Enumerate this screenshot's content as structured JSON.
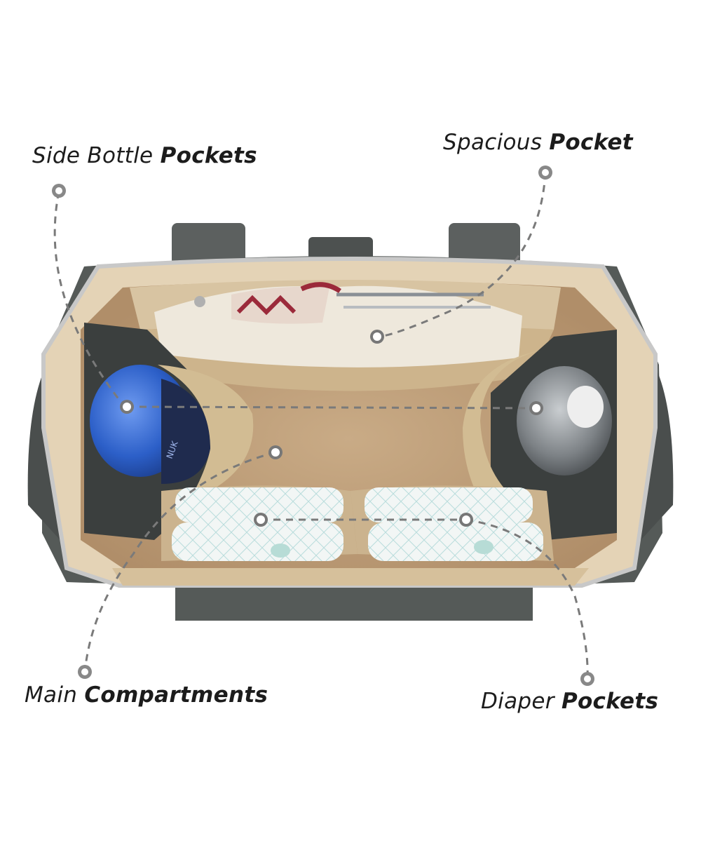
{
  "callouts": {
    "side_bottle": {
      "light": "Side Bottle",
      "bold": "Pockets"
    },
    "spacious": {
      "light": "Spacious",
      "bold": "Pocket"
    },
    "main": {
      "light": "Main",
      "bold": "Compartments"
    },
    "diaper": {
      "light": "Diaper",
      "bold": "Pockets"
    }
  },
  "colors": {
    "bag_exterior": "#555a58",
    "lining": "#d9c3a0",
    "zipper": "#c8c8c8",
    "bottle_blue": "#2c5fc8",
    "bottle_clear": "#9a9fa3",
    "leader_line": "#7a7a7a"
  },
  "icons": [
    "callout-dot-icon"
  ]
}
